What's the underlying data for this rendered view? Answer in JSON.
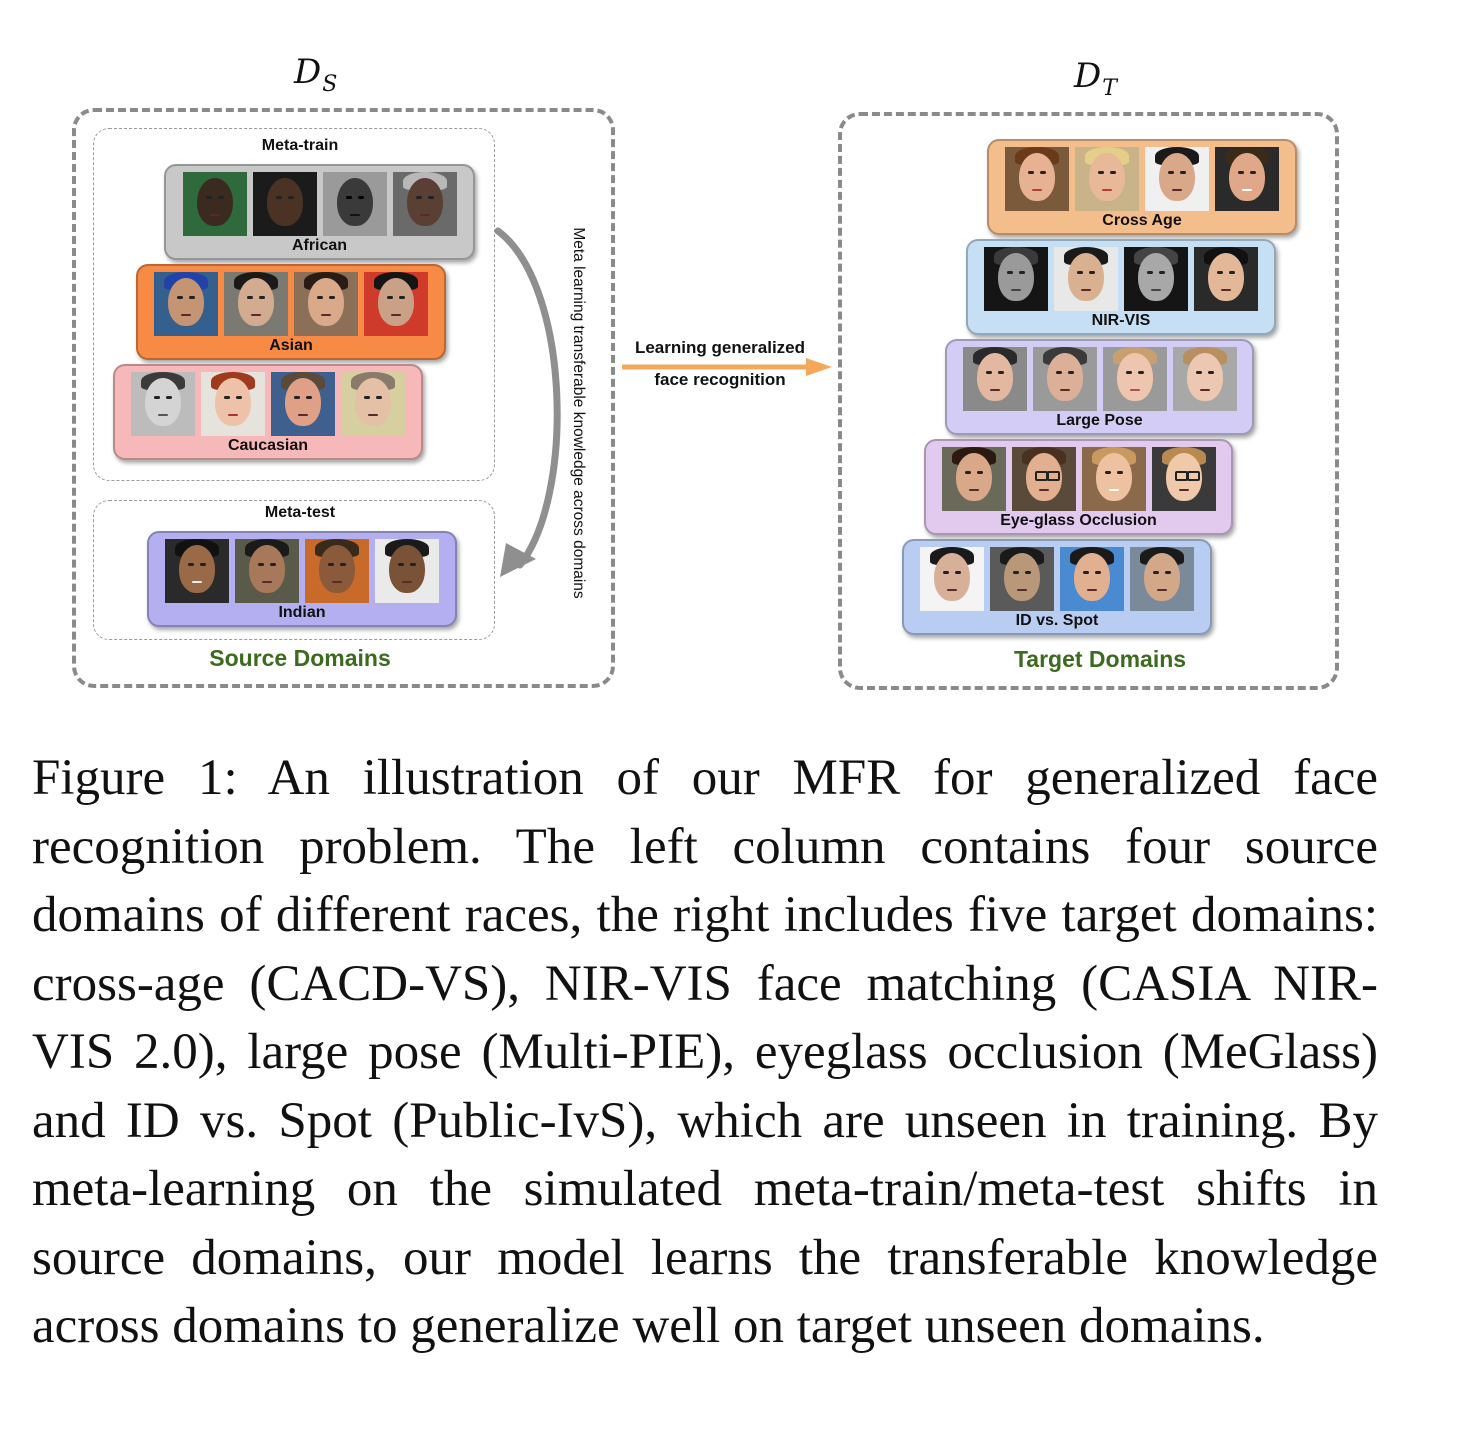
{
  "figure": {
    "left_title_main": "D",
    "left_title_sub": "S",
    "right_title_main": "D",
    "right_title_sub": "T",
    "meta_train_label": "Meta-train",
    "meta_test_label": "Meta-test",
    "rotated_annotation": "Meta learning transferable knowledge across domains",
    "arrow_text_line1": "Learning generalized",
    "arrow_text_line2": "face recognition",
    "source_label": "Source Domains",
    "target_label": "Target Domains",
    "source_domains": [
      {
        "label": "African",
        "color": "#c8c8c8"
      },
      {
        "label": "Asian",
        "color": "#f78a45"
      },
      {
        "label": "Caucasian",
        "color": "#f6b8b8"
      },
      {
        "label": "Indian",
        "color": "#b3aff1"
      }
    ],
    "target_domains": [
      {
        "label": "Cross Age",
        "color": "#f3bd8c"
      },
      {
        "label": "NIR-VIS",
        "color": "#c6dff5"
      },
      {
        "label": "Large Pose",
        "color": "#d3cdf5"
      },
      {
        "label": "Eye-glass Occlusion",
        "color": "#e2c9ee"
      },
      {
        "label": "ID vs. Spot",
        "color": "#b9cdf3"
      }
    ],
    "colors": {
      "domain_label_green": "#3c6a1e",
      "arrow_orange": "#f4a85c",
      "curved_arrow_gray": "#8f8f8f",
      "dashed_border": "#8a8a8a"
    }
  },
  "caption": {
    "text": "Figure 1: An illustration of our MFR for generalized face recognition problem. The left column contains four source domains of different races, the right includes five target domains: cross-age (CACD-VS), NIR-VIS face matching (CASIA NIR-VIS 2.0), large pose (Multi-PIE), eyeglass occlusion (MeGlass) and ID vs. Spot (Public-IvS), which are unseen in training. By meta-learning on the simulated meta-train/meta-test shifts in source domains, our model learns the transferable knowledge across domains to generalize well on target unseen domains."
  }
}
